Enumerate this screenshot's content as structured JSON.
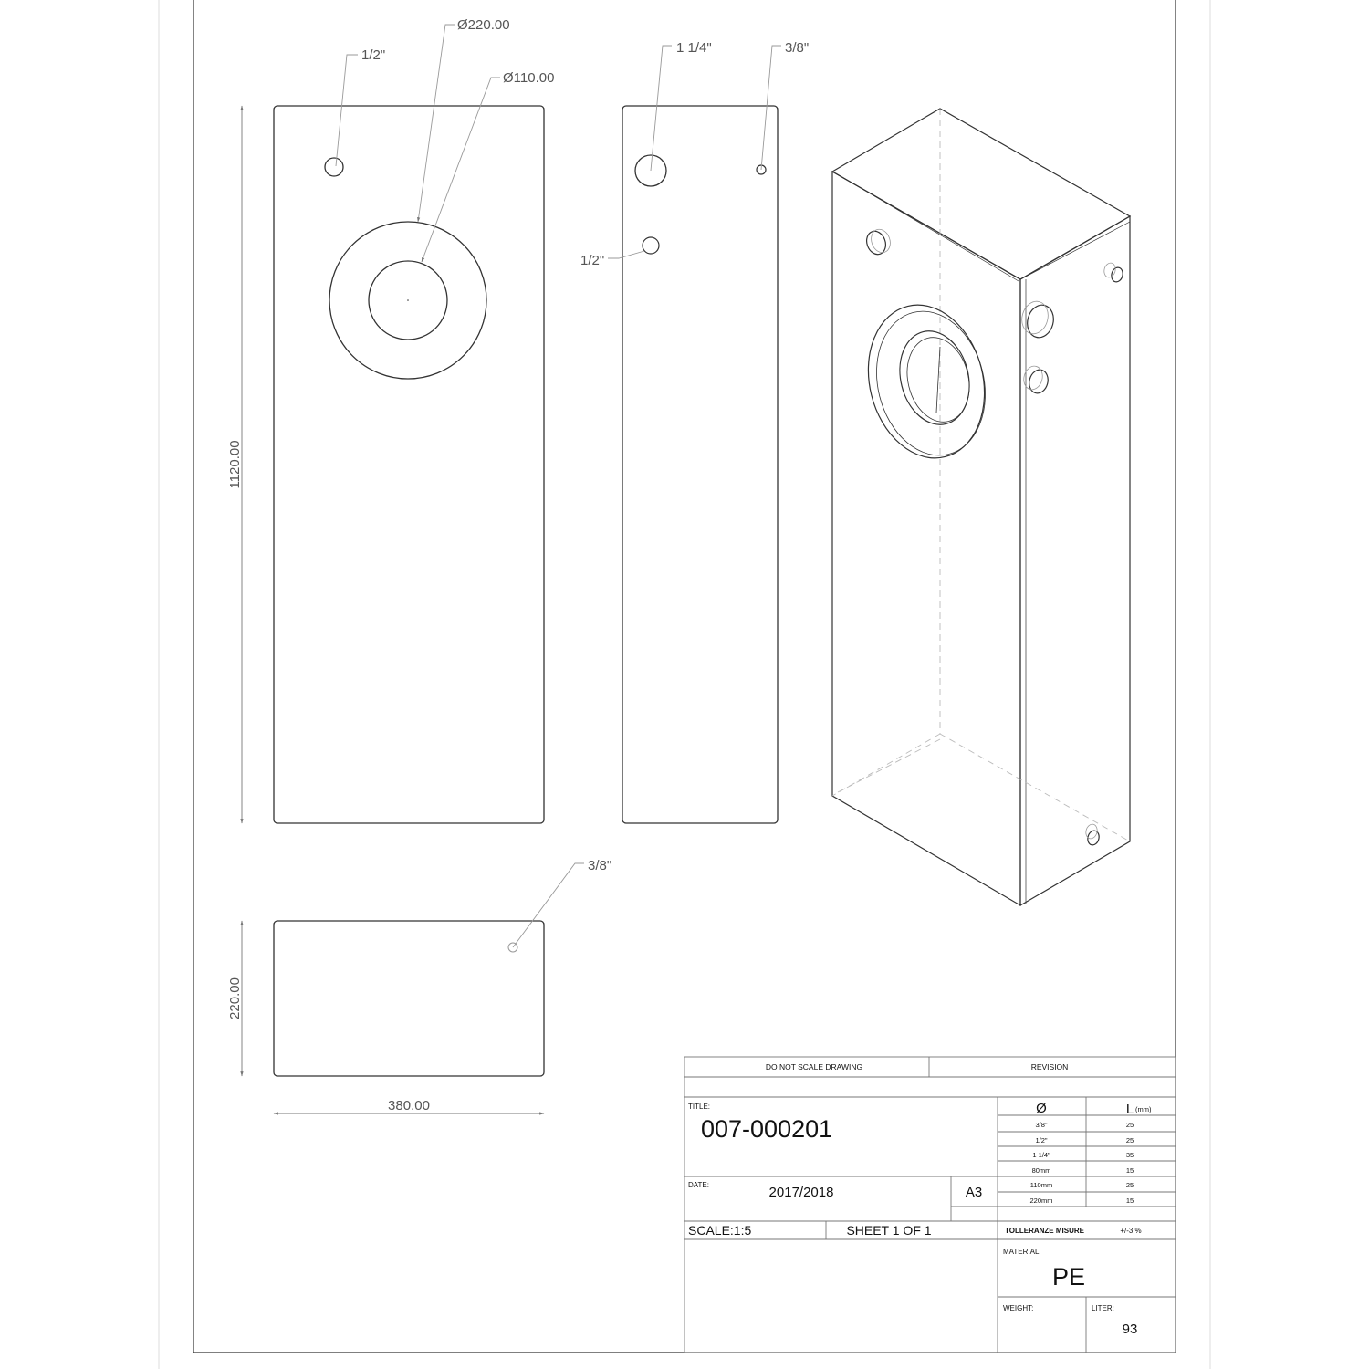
{
  "dimensions": {
    "height_front": "1120.00",
    "height_bottom": "220.00",
    "width": "380.00",
    "dia_outer": "Ø220.00",
    "dia_inner": "Ø110.00",
    "front_port": "1/2\"",
    "side_large_port": "1 1/4\"",
    "side_small_port": "3/8\"",
    "side_mid_port": "1/2\"",
    "bottom_port": "3/8\""
  },
  "title_block": {
    "do_not_scale": "DO NOT SCALE DRAWING",
    "revision": "REVISION",
    "title_label": "TITLE:",
    "title": "007-000201",
    "date_label": "DATE:",
    "date": "2017/2018",
    "format": "A3",
    "scale": "SCALE:1:5",
    "sheet": "SHEET 1 OF 1",
    "table_header_dia": "Ø",
    "table_header_len": "L",
    "table_header_unit": "(mm)",
    "rows": [
      {
        "dia": "3/8\"",
        "len": "25"
      },
      {
        "dia": "1/2\"",
        "len": "25"
      },
      {
        "dia": "1 1/4\"",
        "len": "35"
      },
      {
        "dia": "80mm",
        "len": "15"
      },
      {
        "dia": "110mm",
        "len": "25"
      },
      {
        "dia": "220mm",
        "len": "15"
      }
    ],
    "tolerance_label": "TOLLERANZE MISURE",
    "tolerance_value": "+/-3 %",
    "material_label": "MATERIAL:",
    "material": "PE",
    "weight_label": "WEIGHT:",
    "liter_label": "LITER:",
    "liter": "93"
  }
}
